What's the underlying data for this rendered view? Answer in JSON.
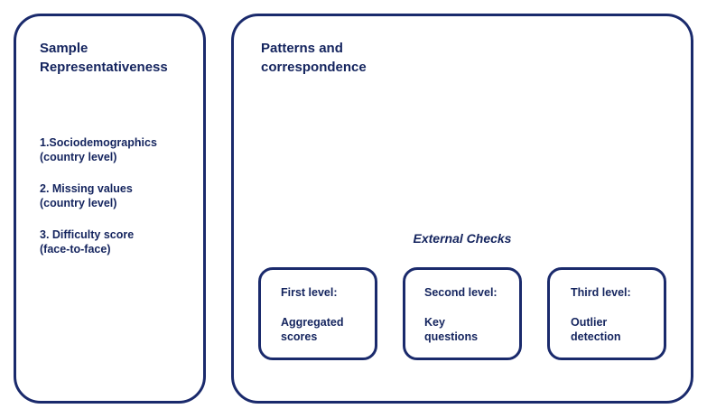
{
  "left_panel": {
    "title_line1": "Sample",
    "title_line2": "Representativeness",
    "items": [
      {
        "line1": "1.Sociodemographics",
        "line2": "(country level)"
      },
      {
        "line1": "2. Missing values",
        "line2": "(country level)"
      },
      {
        "line1": "3. Difficulty score",
        "line2": "(face-to-face)"
      }
    ]
  },
  "right_panel": {
    "title_line1": "Patterns and",
    "title_line2": "correspondence",
    "external_checks_label": "External Checks",
    "levels": [
      {
        "heading": "First level:",
        "line1": "Aggregated",
        "line2": "scores"
      },
      {
        "heading": "Second level:",
        "line1": "Key",
        "line2": "questions"
      },
      {
        "heading": "Third level:",
        "line1": "Outlier",
        "line2": "detection"
      }
    ]
  },
  "colors": {
    "border": "#1a2a6c",
    "text": "#14245e",
    "background": "#ffffff"
  }
}
